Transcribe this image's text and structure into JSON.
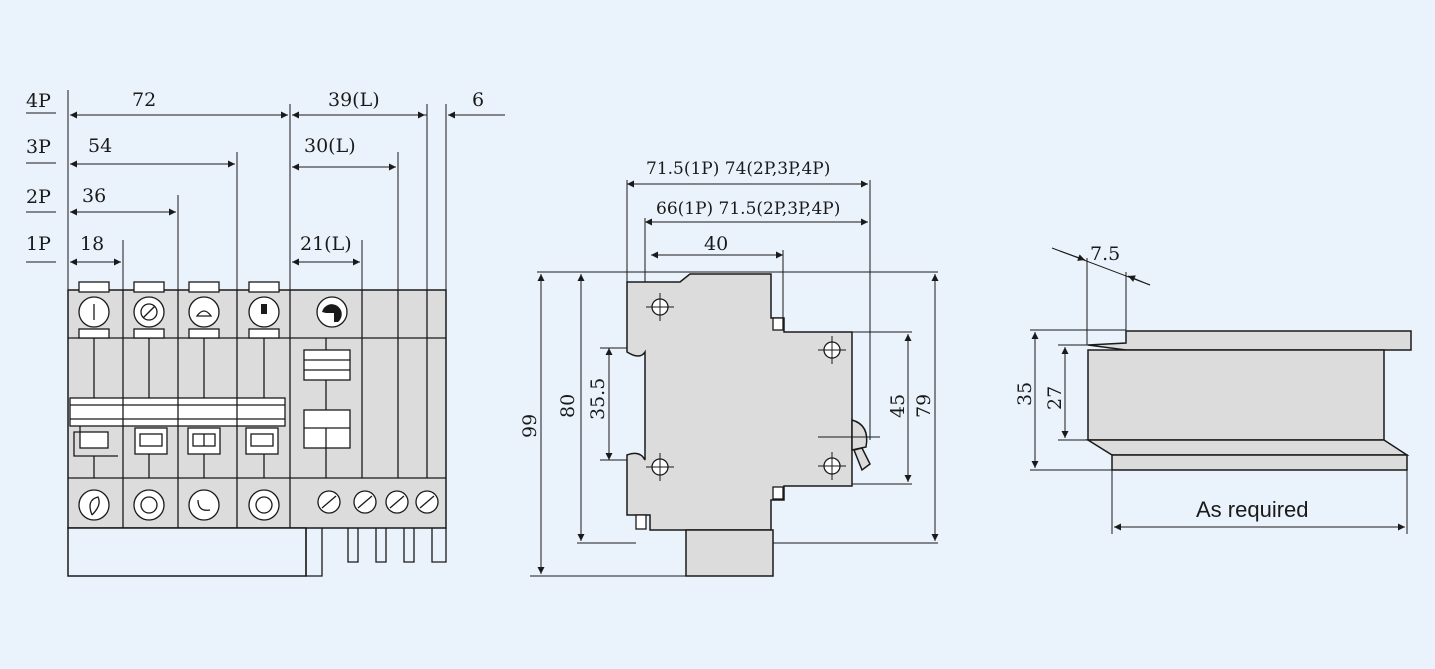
{
  "front_view": {
    "row_labels": [
      "4P",
      "3P",
      "2P",
      "1P"
    ],
    "width_labels": [
      "72",
      "54",
      "36",
      "18"
    ],
    "leakage_labels": [
      "39(L)",
      "30(L)",
      "21(L)"
    ],
    "extra_label": "6"
  },
  "side_view": {
    "top_dim_1": "71.5(1P) 74(2P,3P,4P)",
    "top_dim_2": "66(1P) 71.5(2P,3P,4P)",
    "top_dim_3": "40",
    "left_dims": [
      "99",
      "80",
      "35.5"
    ],
    "right_dims": [
      "45",
      "79"
    ]
  },
  "rail_view": {
    "top_dim": "7.5",
    "left_dims": [
      "35",
      "27"
    ],
    "bottom_label": "As required"
  },
  "colors": {
    "background": "#eaf3fb",
    "body_fill": "#dcdcdc",
    "line": "#1a1a1a"
  }
}
